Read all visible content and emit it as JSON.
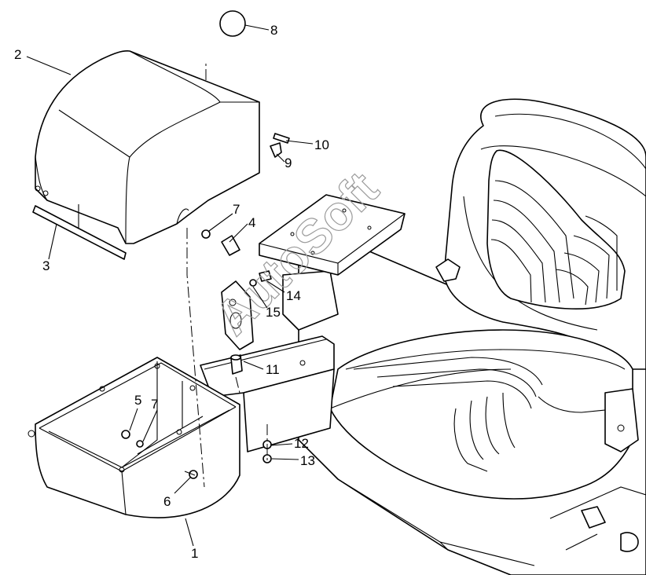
{
  "watermark": "AutoSoft",
  "callouts": [
    {
      "id": "c1",
      "label": "1"
    },
    {
      "id": "c2",
      "label": "2"
    },
    {
      "id": "c3",
      "label": "3"
    },
    {
      "id": "c4",
      "label": "4"
    },
    {
      "id": "c5",
      "label": "5"
    },
    {
      "id": "c6",
      "label": "6"
    },
    {
      "id": "c7a",
      "label": "7"
    },
    {
      "id": "c7b",
      "label": "7"
    },
    {
      "id": "c8",
      "label": "8"
    },
    {
      "id": "c9",
      "label": "9"
    },
    {
      "id": "c10",
      "label": "10"
    },
    {
      "id": "c11",
      "label": "11"
    },
    {
      "id": "c12",
      "label": "12"
    },
    {
      "id": "c13",
      "label": "13"
    },
    {
      "id": "c14",
      "label": "14"
    },
    {
      "id": "c15",
      "label": "15"
    }
  ]
}
